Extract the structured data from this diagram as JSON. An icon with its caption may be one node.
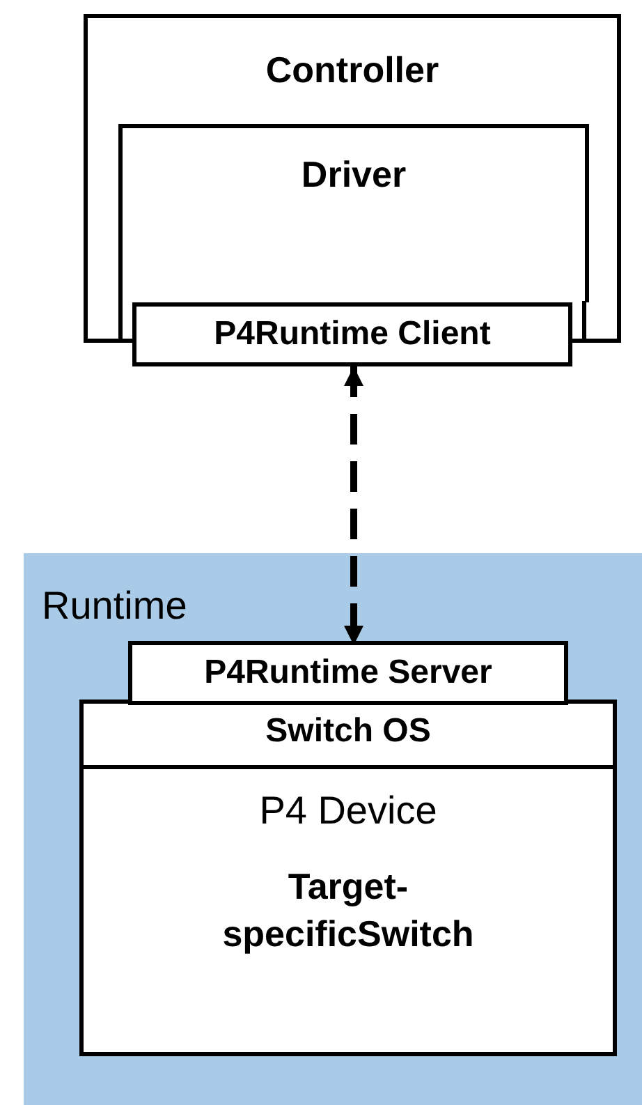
{
  "diagram": {
    "nodes": [
      {
        "text": [
          "Controller"
        ]
      },
      {
        "text": [
          "Driver"
        ],
        "in": 0
      },
      {
        "text": [
          "P4Runtime Client"
        ]
      },
      {
        "text": [
          "Runtime"
        ]
      },
      {
        "text": [
          "P4Runtime Server"
        ],
        "in": 3
      },
      {
        "text": [
          "Switch OS"
        ],
        "in": 3
      },
      {
        "text": [
          "P4 Device",
          "Target- specificSwitch"
        ],
        "in": 3
      }
    ],
    "edges": [
      {
        "from": 2,
        "to": 4,
        "arrow": "both",
        "style": "dashed"
      }
    ]
  }
}
